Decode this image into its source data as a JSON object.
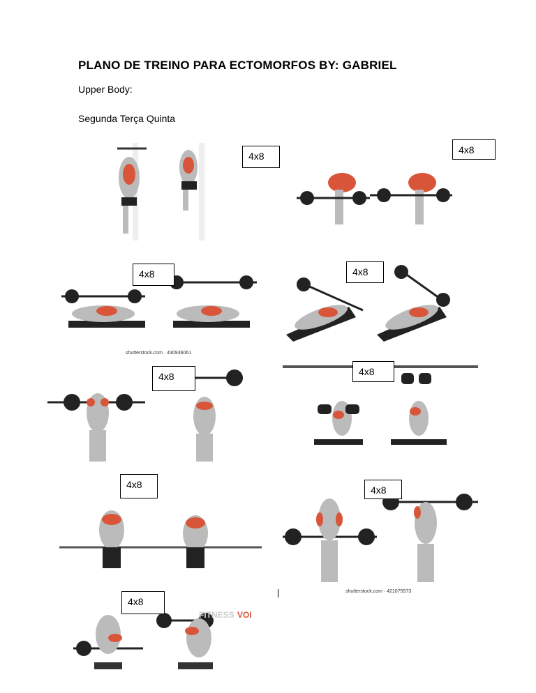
{
  "document": {
    "title": "PLANO DE TREINO PARA ECTOMORFOS BY: GABRIEL",
    "section": "Upper Body:",
    "days": "Segunda Terça Quinta"
  },
  "exercises": [
    {
      "sets_reps": "4x8"
    },
    {
      "sets_reps": "4x8"
    },
    {
      "sets_reps": "4x8"
    },
    {
      "sets_reps": "4x8"
    },
    {
      "sets_reps": "4x8"
    },
    {
      "sets_reps": "4x8"
    },
    {
      "sets_reps": "4x8"
    },
    {
      "sets_reps": "4x8"
    },
    {
      "sets_reps": "4x8"
    }
  ],
  "captions": {
    "bench": "shutterstock.com · 430936061",
    "curl": "shutterstock.com · 421075573"
  },
  "colors": {
    "muscle": "#d9553a",
    "body": "#bdbdbd",
    "bar": "#222222"
  }
}
